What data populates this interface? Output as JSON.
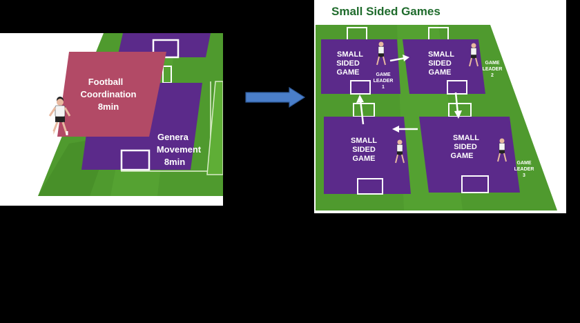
{
  "left": {
    "coordination": {
      "line1": "Football",
      "line2": "Coordination",
      "line3": "8min"
    },
    "movement": {
      "line1": "Genera",
      "line2": "Movement",
      "line3": "8min"
    }
  },
  "right": {
    "title": "Small Sided Games",
    "areas": [
      {
        "line1": "SMALL",
        "line2": "SIDED",
        "line3": "GAME"
      },
      {
        "line1": "SMALL",
        "line2": "SIDED",
        "line3": "GAME"
      },
      {
        "line1": "SMALL",
        "line2": "SIDED",
        "line3": "GAME"
      },
      {
        "line1": "SMALL",
        "line2": "SIDED",
        "line3": "GAME"
      }
    ],
    "leaders": [
      {
        "line1": "GAME",
        "line2": "LEADER",
        "line3": "1"
      },
      {
        "line1": "GAME",
        "line2": "LEADER",
        "line3": "2"
      },
      {
        "line1": "GAME",
        "line2": "LEADER",
        "line3": "3"
      }
    ]
  },
  "colors": {
    "pitch": "#4f9a2e",
    "pitch_light": "#5fae36",
    "purple": "#5b2a8a",
    "maroon": "#b24a66",
    "arrow": "#4a7ec9"
  }
}
